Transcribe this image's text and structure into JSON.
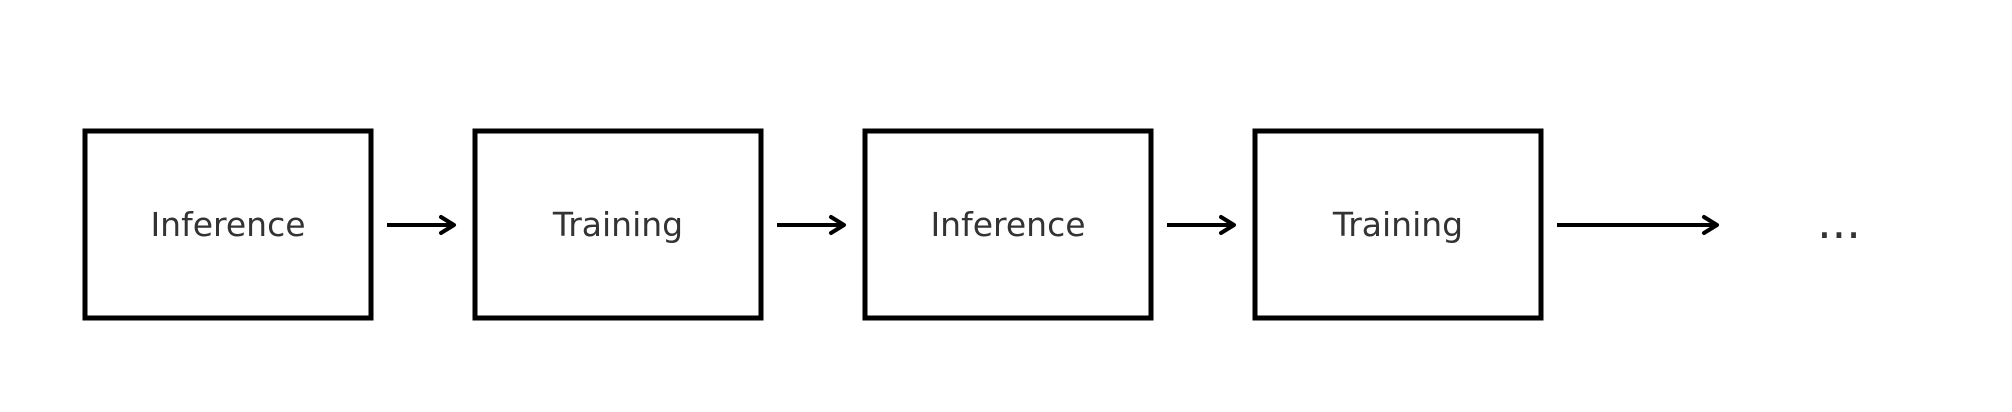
{
  "diagram": {
    "stages": [
      {
        "label": "Inference"
      },
      {
        "label": "Training"
      },
      {
        "label": "Inference"
      },
      {
        "label": "Training"
      }
    ],
    "continuation": "..."
  }
}
